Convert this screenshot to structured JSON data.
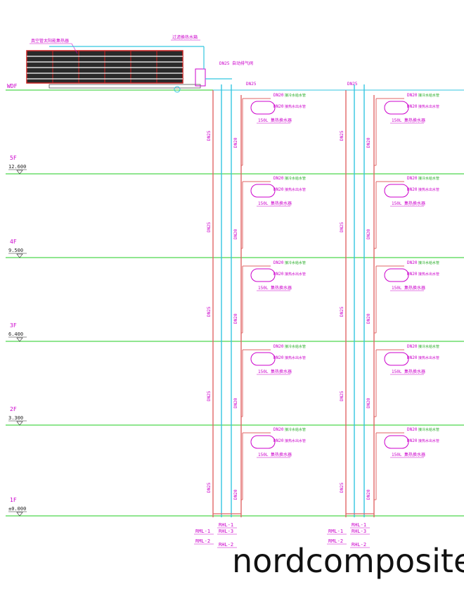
{
  "colors": {
    "floor_line": "#22cc22",
    "hot_supply": "#e06666",
    "return_pipe": "#33c6e0",
    "magenta": "#cc00cc",
    "heater_outline": "#cc00cc",
    "label_green": "#22aa22",
    "collector_body": "#2a2a2a",
    "collector_border": "#cc2222"
  },
  "roof": {
    "label": "WDF",
    "collector_label": "真空管太阳能集热器",
    "tank_label": "过滤换热水箱",
    "vent_label": "DN25 自动排气阀",
    "pipe_label": "DN25"
  },
  "floors": [
    {
      "label": "5F",
      "elev": "12.600"
    },
    {
      "label": "4F",
      "elev": "9.500"
    },
    {
      "label": "3F",
      "elev": "6.400"
    },
    {
      "label": "2F",
      "elev": "3.300"
    },
    {
      "label": "1F",
      "elev": "±0.000"
    }
  ],
  "units": {
    "pipe_size": "DN20",
    "riser_size": "DN25",
    "supply_note": "接冷水给水管",
    "hot_note": "接热水出水管",
    "heater": "150L 集热换水器"
  },
  "risers": {
    "left": [
      "RML-1",
      "RML-2",
      "RHL-1",
      "RHL-2",
      "RHL-3"
    ],
    "right": [
      "RML-1",
      "RML-2",
      "RHL-1",
      "RHL-2",
      "RHL-3"
    ]
  },
  "watermark": "nordcomposite"
}
